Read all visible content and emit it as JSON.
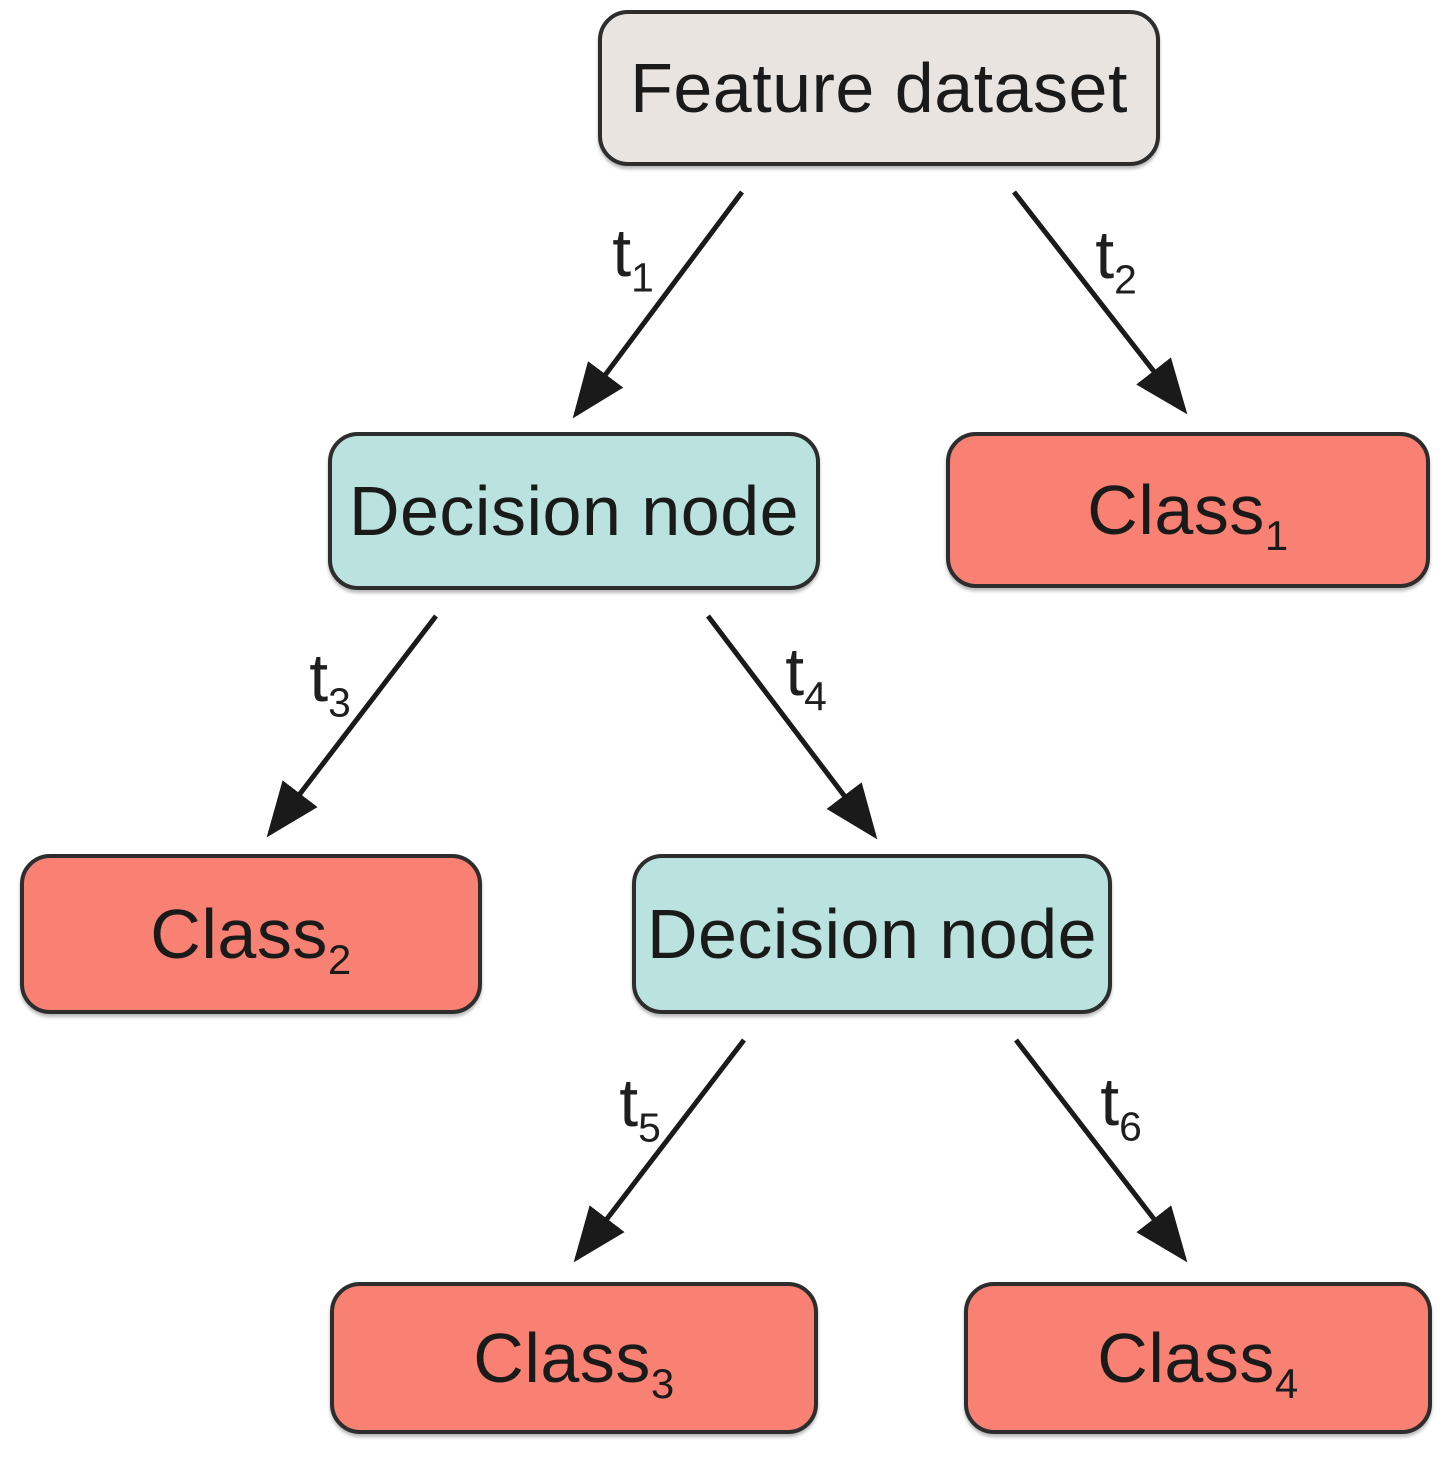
{
  "diagram": {
    "type": "decision-tree",
    "background": "#ffffff",
    "colors": {
      "dataset_fill": "#EAE4E0",
      "decision_fill": "#BAE2DE",
      "class_fill": "#F98173",
      "node_border": "#2D2D2D",
      "arrow": "#1A1A1A",
      "text": "#1A1A1A"
    },
    "nodes": [
      {
        "id": "feature-dataset",
        "label": "Feature dataset",
        "sub": "",
        "kind": "dataset"
      },
      {
        "id": "decision-node-1",
        "label": "Decision node",
        "sub": "",
        "kind": "decision"
      },
      {
        "id": "class-1",
        "label": "Class",
        "sub": "1",
        "kind": "class"
      },
      {
        "id": "class-2",
        "label": "Class",
        "sub": "2",
        "kind": "class"
      },
      {
        "id": "decision-node-2",
        "label": "Decision node",
        "sub": "",
        "kind": "decision"
      },
      {
        "id": "class-3",
        "label": "Class",
        "sub": "3",
        "kind": "class"
      },
      {
        "id": "class-4",
        "label": "Class",
        "sub": "4",
        "kind": "class"
      }
    ],
    "edges": [
      {
        "id": "t1",
        "label": "t",
        "sub": "1",
        "from": "feature-dataset",
        "to": "decision-node-1"
      },
      {
        "id": "t2",
        "label": "t",
        "sub": "2",
        "from": "feature-dataset",
        "to": "class-1"
      },
      {
        "id": "t3",
        "label": "t",
        "sub": "3",
        "from": "decision-node-1",
        "to": "class-2"
      },
      {
        "id": "t4",
        "label": "t",
        "sub": "4",
        "from": "decision-node-1",
        "to": "decision-node-2"
      },
      {
        "id": "t5",
        "label": "t",
        "sub": "5",
        "from": "decision-node-2",
        "to": "class-3"
      },
      {
        "id": "t6",
        "label": "t",
        "sub": "6",
        "from": "decision-node-2",
        "to": "class-4"
      }
    ]
  }
}
